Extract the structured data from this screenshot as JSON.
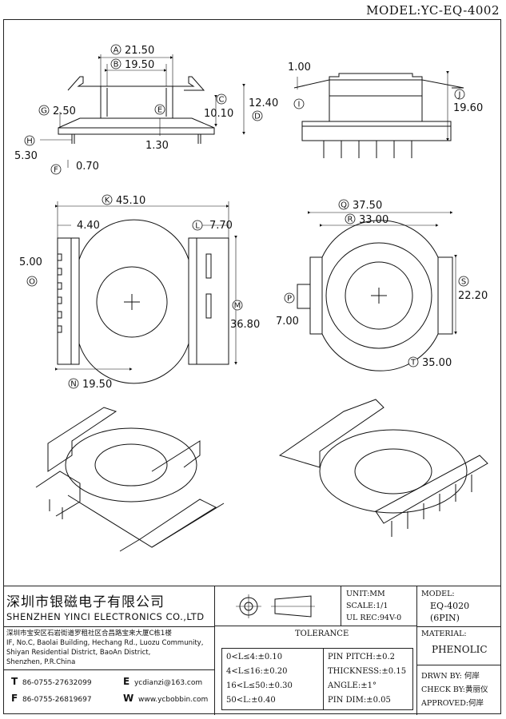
{
  "title": {
    "model_line": "MODEL:YC-EQ-4002"
  },
  "dims": {
    "A": "21.50",
    "B": "19.50",
    "C": "10.10",
    "D": "12.40",
    "E": "1.30",
    "F": "0.70",
    "G": "2.50",
    "H": "5.30",
    "I": "1.00",
    "J": "19.60",
    "K": "45.10",
    "L": "7.70",
    "M": "36.80",
    "N": "19.50",
    "O": "5.00",
    "P": "7.00",
    "Q": "37.50",
    "R": "33.00",
    "S": "22.20",
    "T": "35.00",
    "left_offset": "4.40"
  },
  "markers": {
    "A": "A",
    "B": "B",
    "C": "C",
    "D": "D",
    "E": "E",
    "F": "F",
    "G": "G",
    "H": "H",
    "I": "I",
    "J": "J",
    "K": "K",
    "L": "L",
    "M": "M",
    "N": "N",
    "O": "O",
    "P": "P",
    "Q": "Q",
    "R": "R",
    "S": "S",
    "T": "T"
  },
  "company": {
    "name_cn": "深圳市银磁电子有限公司",
    "name_en": "SHENZHEN YINCI ELECTRONICS CO.,LTD",
    "address_cn": "深圳市宝安区石岩街道罗租社区合昌路宝来大厦C栋1楼",
    "address_en_1": "IF, No.C, Baolai Building, Hechang Rd., Luozu Community,",
    "address_en_2": "Shiyan Residential District, BaoAn District,",
    "address_en_3": "Shenzhen, P.R.China",
    "tel_label": "T",
    "tel": "86-0755-27632099",
    "fax_label": "F",
    "fax": "86-0755-26819697",
    "email_label": "E",
    "email": "ycdianzi@163.com",
    "web_label": "W",
    "web": "www.ycbobbin.com"
  },
  "specs": {
    "unit": "UNIT:MM",
    "scale": "SCALE:1/1",
    "ul": "UL REC:94V-0",
    "tolerance_title": "TOLERANCE",
    "tol_rows": [
      "0<L≤4:±0.10",
      "4<L≤16:±0.20",
      "16<L≤50:±0.30",
      "50<L:±0.40"
    ],
    "pin_rows": [
      "PIN PITCH:±0.2",
      "THICKNESS:±0.15",
      "ANGLE:±1°",
      "PIN DIM:±0.05"
    ]
  },
  "model_box": {
    "label": "MODEL:",
    "model": "EQ-4020",
    "pins": "(6PIN)",
    "material_label": "MATERIAL:",
    "material": "PHENOLIC",
    "drwn_label": "DRWN BY:",
    "drwn": "何岸",
    "check_label": "CHECK BY:",
    "check": "黄丽仪",
    "approved_label": "APPROVED:",
    "approved": "何岸"
  }
}
